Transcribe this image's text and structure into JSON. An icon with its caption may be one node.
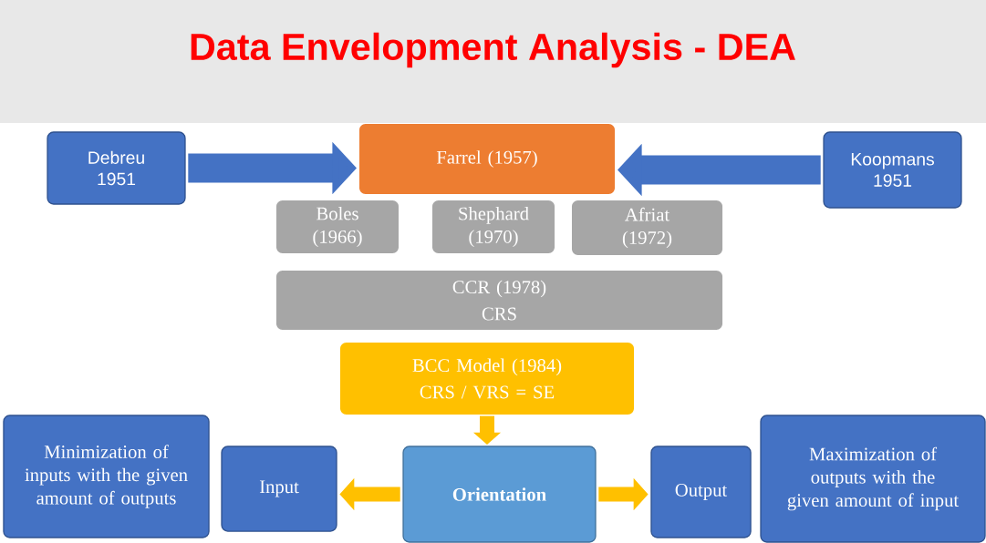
{
  "diagram": {
    "title": "Data Envelopment Analysis - DEA",
    "nodes": [
      {
        "text": [
          "Debreu 1951"
        ]
      },
      {
        "text": [
          "Farrel (1957)"
        ]
      },
      {
        "text": [
          "Koopmans 1951"
        ]
      },
      {
        "text": [
          "Boles (1966)"
        ]
      },
      {
        "text": [
          "Shephard (1970)"
        ]
      },
      {
        "text": [
          "Afriat (1972)"
        ]
      },
      {
        "text": [
          "CCR (1978)",
          "CRS"
        ]
      },
      {
        "text": [
          "BCC Model (1984)",
          "CRS / VRS = SE"
        ]
      },
      {
        "text": [
          "Minimization of inputs with the given amount of outputs"
        ]
      },
      {
        "text": [
          "Input"
        ]
      },
      {
        "text": [
          "Orientation"
        ]
      },
      {
        "text": [
          "Output"
        ]
      },
      {
        "text": [
          "Maximization of outputs with the given amount of input"
        ]
      }
    ],
    "edges": [
      {
        "from": 0,
        "to": 1,
        "arrow": "to",
        "style": "thick",
        "color": "#4472c4"
      },
      {
        "from": 2,
        "to": 1,
        "arrow": "to",
        "style": "thick",
        "color": "#4472c4"
      },
      {
        "from": 7,
        "to": 10,
        "arrow": "to",
        "color": "#ffc000"
      },
      {
        "from": 10,
        "to": 9,
        "arrow": "to",
        "color": "#ffc000"
      },
      {
        "from": 10,
        "to": 11,
        "arrow": "to",
        "color": "#ffc000"
      }
    ]
  }
}
